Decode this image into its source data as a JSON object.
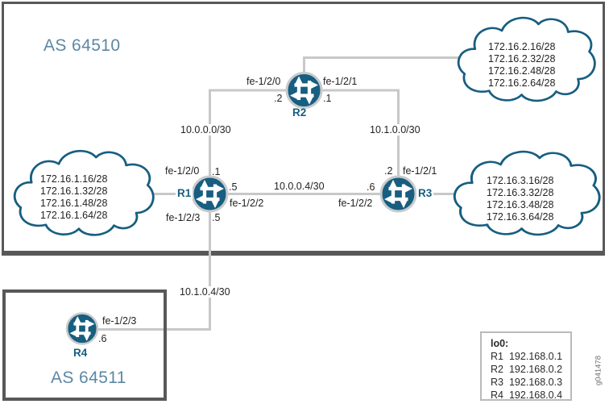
{
  "figure_id": "g041478",
  "colors": {
    "router_teal": "#175e80",
    "cloud_outline": "#175e80",
    "as_label_blue": "#5d87a5",
    "link_gray": "#c7c8ca",
    "box_border_gray": "#58585a",
    "text_dark": "#231f20"
  },
  "as_boxes": {
    "as64510": {
      "label": "AS 64510"
    },
    "as64511": {
      "label": "AS 64511"
    }
  },
  "routers": {
    "r1": {
      "name": "R1"
    },
    "r2": {
      "name": "R2"
    },
    "r3": {
      "name": "R3"
    },
    "r4": {
      "name": "R4"
    }
  },
  "clouds": {
    "r1_cloud": {
      "subnets": [
        "172.16.1.16/28",
        "172.16.1.32/28",
        "172.16.1.48/28",
        "172.16.1.64/28"
      ]
    },
    "r2_cloud": {
      "subnets": [
        "172.16.2.16/28",
        "172.16.2.32/28",
        "172.16.2.48/28",
        "172.16.2.64/28"
      ]
    },
    "r3_cloud": {
      "subnets": [
        "172.16.3.16/28",
        "172.16.3.32/28",
        "172.16.3.48/28",
        "172.16.3.64/28"
      ]
    }
  },
  "links": {
    "r1_r2": {
      "subnet": "10.0.0.0/30",
      "r2_if": "fe-1/2/0",
      "r2_ip": ".2",
      "r1_if": "fe-1/2/0",
      "r1_ip": ".1"
    },
    "r2_r3": {
      "subnet": "10.1.0.0/30",
      "r2_if": "fe-1/2/1",
      "r2_ip": ".1",
      "r3_if": "fe-1/2/1",
      "r3_ip": ".2"
    },
    "r1_r3": {
      "subnet": "10.0.0.4/30",
      "r1_if": "fe-1/2/2",
      "r1_ip": ".5",
      "r3_if": "fe-1/2/2",
      "r3_ip": ".6"
    },
    "r1_r4": {
      "subnet": "10.1.0.4/30",
      "r1_if": "fe-1/2/3",
      "r1_ip": ".5",
      "r4_if": "fe-1/2/3",
      "r4_ip": ".6"
    }
  },
  "legend": {
    "title": "lo0:",
    "entries": [
      {
        "router": "R1",
        "address": "192.168.0.1"
      },
      {
        "router": "R2",
        "address": "192.168.0.2"
      },
      {
        "router": "R3",
        "address": "192.168.0.3"
      },
      {
        "router": "R4",
        "address": "192.168.0.4"
      }
    ]
  }
}
